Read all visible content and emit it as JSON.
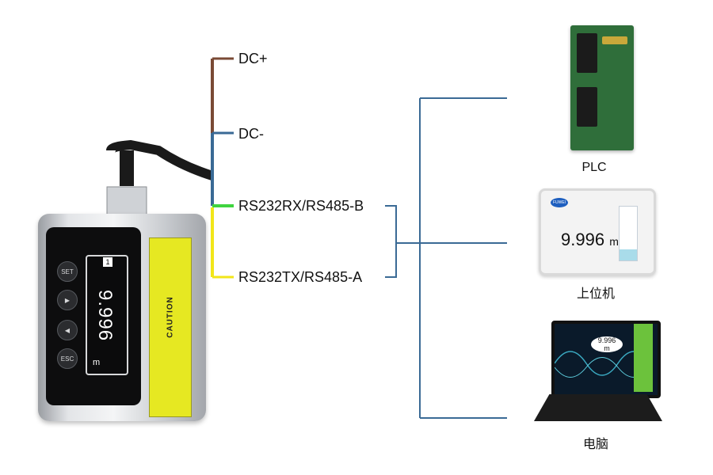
{
  "wires": {
    "dc_plus": "DC+",
    "dc_minus": "DC-",
    "rx_b": "RS232RX/RS485-B",
    "tx_a": "RS232TX/RS485-A"
  },
  "colors": {
    "dc_plus": "#7a4a35",
    "dc_minus": "#3a6a95",
    "rx_b": "#3fd43f",
    "tx_a": "#f2e619",
    "bus": "#3a6a95"
  },
  "sensor": {
    "keys": [
      "SET",
      "▶",
      "◀",
      "ESC"
    ],
    "display_value": "9.996",
    "display_unit": "m",
    "display_index": "1",
    "caution_text": "CAUTION"
  },
  "devices": {
    "plc": {
      "label": "PLC"
    },
    "host": {
      "label": "上位机",
      "display_value": "9.996",
      "display_unit": "m",
      "brand": "FUWEI",
      "level": 0.2
    },
    "pc": {
      "label": "电脑",
      "display_value": "9.996",
      "display_unit": "m"
    }
  }
}
